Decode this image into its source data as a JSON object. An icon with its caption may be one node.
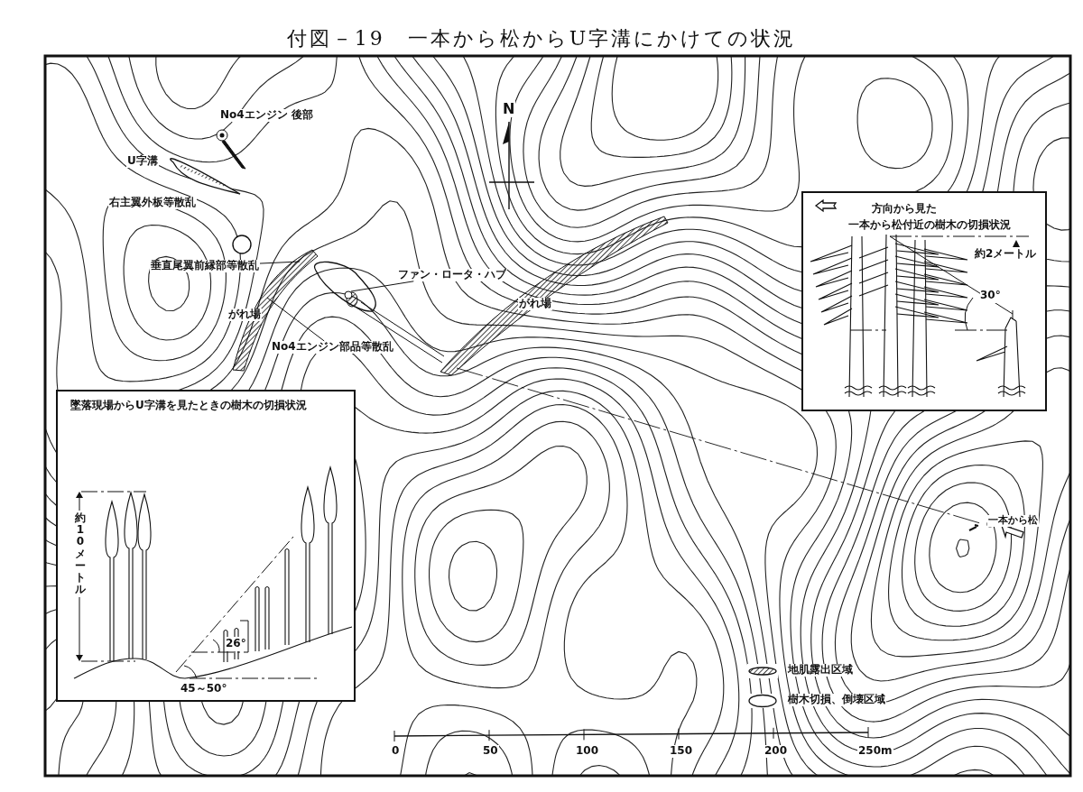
{
  "diagram": {
    "title": "付図－19　一本から松からU字溝にかけての状況",
    "nodes": [
      {
        "text": [
          "方向から見た",
          "一本から松付近の樹木の切損状況",
          "約2メートル",
          "30°"
        ]
      },
      {
        "text": [
          "墜落現場からU字溝を見たときの樹木の切損状況",
          "約10メートル",
          "26°",
          "45～50°"
        ]
      },
      {
        "text": [
          "垂直尾翼前縁部等散乱"
        ]
      },
      {
        "text": [
          "ファン・ロータ・ハブ"
        ]
      },
      {
        "text": [
          "No4エンジン部品等散乱"
        ]
      },
      {
        "text": [],
        "shape": "band",
        "beside": [
          "がれ場"
        ]
      },
      {
        "text": [],
        "shape": "circle"
      }
    ],
    "edges": [
      {
        "from": 2,
        "to": 5,
        "arrow": "none"
      },
      {
        "from": 3,
        "to": 6,
        "arrow": "none"
      },
      {
        "from": 4,
        "to": 5,
        "arrow": "none"
      }
    ],
    "labels": [
      "N",
      "No4エンジン 後部",
      "U字溝",
      "右主翼外板等散乱",
      "がれ場",
      "一本から松",
      "0",
      "50",
      "100",
      "150",
      "200",
      "250m"
    ],
    "legend": [
      {
        "text": "地肌露出区域"
      },
      {
        "text": "樹木切損、倒壊区域"
      }
    ]
  }
}
